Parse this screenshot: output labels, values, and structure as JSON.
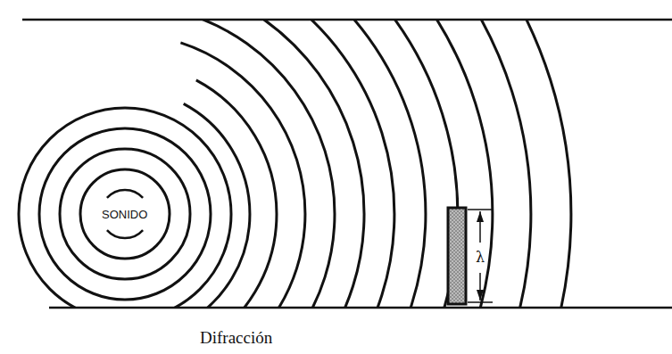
{
  "diagram": {
    "caption": "Difracción",
    "labels": [
      "SONIDO",
      "λ"
    ]
  }
}
